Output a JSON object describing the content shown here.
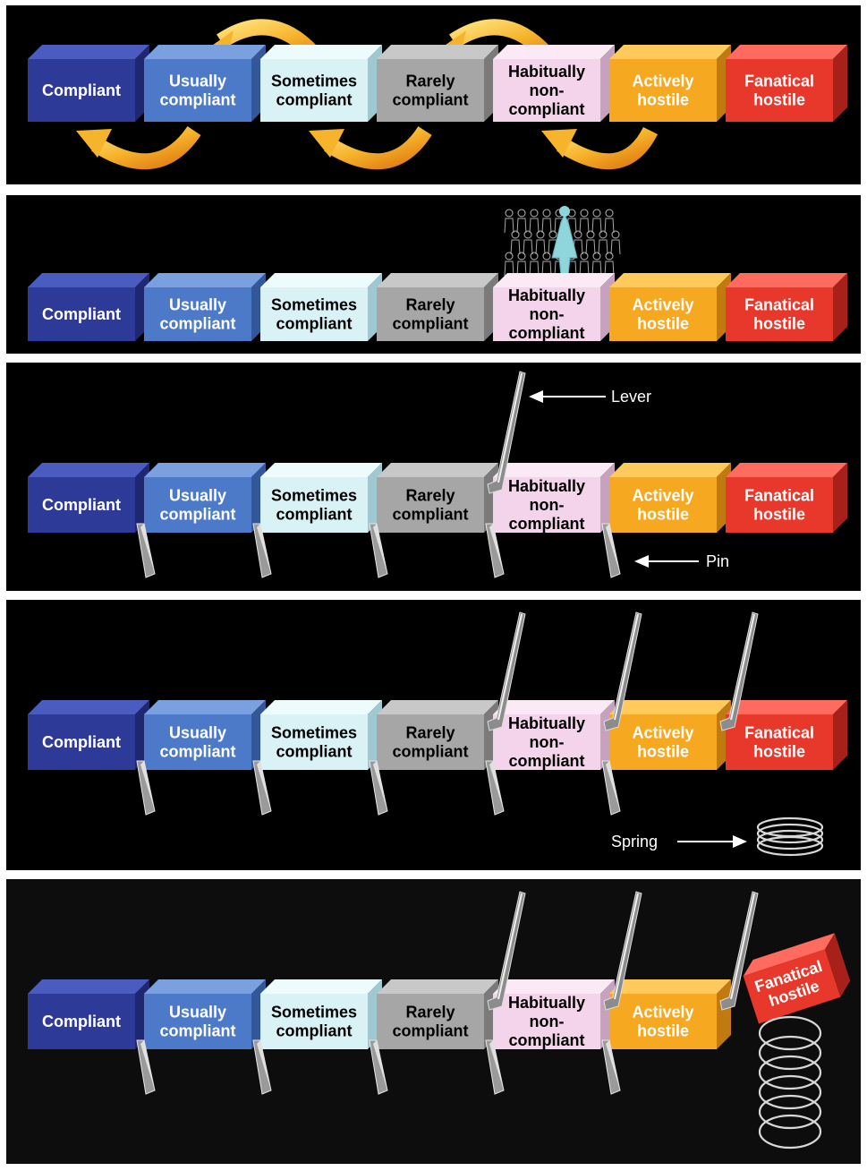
{
  "blocks": [
    {
      "lines": [
        "Compliant"
      ],
      "front": "#2e3a98",
      "top": "#4a5cc0",
      "side": "#1e2770",
      "text": "#ffffff"
    },
    {
      "lines": [
        "Usually",
        "compliant"
      ],
      "front": "#4d7ac8",
      "top": "#7aa0e0",
      "side": "#33589a",
      "text": "#ffffff"
    },
    {
      "lines": [
        "Sometimes",
        "compliant"
      ],
      "front": "#d8f2f6",
      "top": "#eefbfd",
      "side": "#9fc9d1",
      "text": "#000000"
    },
    {
      "lines": [
        "Rarely",
        "compliant"
      ],
      "front": "#a6a6a6",
      "top": "#c8c8c8",
      "side": "#7a7a7a",
      "text": "#000000"
    },
    {
      "lines": [
        "Habitually",
        "non-",
        "compliant"
      ],
      "front": "#f4d4ea",
      "top": "#fbe9f5",
      "side": "#c6a2bd",
      "text": "#000000"
    },
    {
      "lines": [
        "Actively",
        "hostile"
      ],
      "front": "#f6a821",
      "top": "#ffc95c",
      "side": "#c07a10",
      "text": "#ffffff"
    },
    {
      "lines": [
        "Fanatical",
        "hostile"
      ],
      "front": "#e8372b",
      "top": "#ff6b5e",
      "side": "#a7211a",
      "text": "#ffffff"
    }
  ],
  "callouts": {
    "lever": "Lever",
    "pin": "Pin",
    "spring": "Spring"
  },
  "colors": {
    "background": "#000000",
    "arrow": "#f6b42c",
    "metal": "#c8c8c8"
  },
  "icons": {
    "crowd": "crowd-of-people-icon",
    "lever": "lever-icon",
    "pin": "pin-icon",
    "spring": "spring-coil-icon",
    "cycle_arrow": "curved-arrow-icon"
  }
}
